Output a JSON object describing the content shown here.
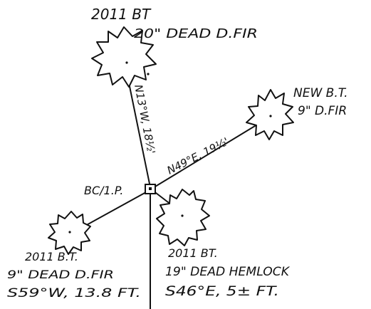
{
  "trees": {
    "north": {
      "line1": "2011 BT",
      "line2": "20\" DEAD D.FIR",
      "call": "N13°W, 18½'"
    },
    "east": {
      "line1": "NEW B.T.",
      "line2": "9\" D.FIR",
      "call": "N49°E, 19½'"
    },
    "southwest": {
      "line1": "2011 B.T.",
      "line2": "9\" DEAD D.FIR",
      "line3": "S59°W, 13.8 FT."
    },
    "southeast": {
      "line1": "2011 BT.",
      "line2": "19\" DEAD HEMLOCK",
      "line3": "S46°E, 5± FT."
    }
  },
  "corner": {
    "label": "BC/1.P."
  }
}
